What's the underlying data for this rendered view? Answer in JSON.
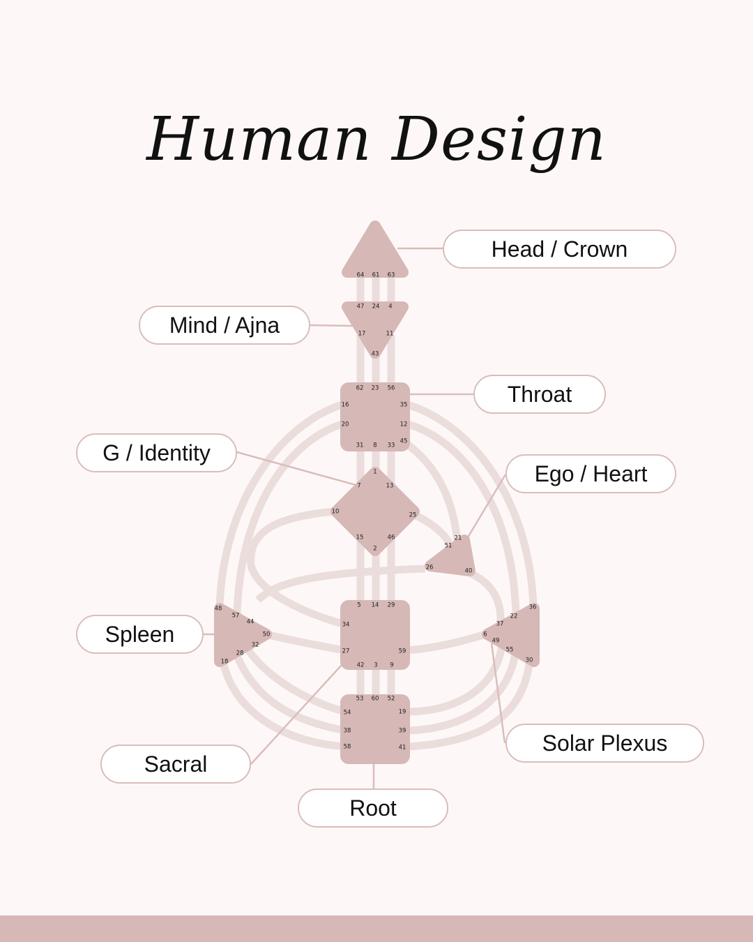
{
  "title": "Human Design",
  "colors": {
    "background": "#fdf8f7",
    "center": "#d6b8b6",
    "channel": "#ebdddc",
    "connector": "#d9bdbb",
    "bar": "#d6b8b6"
  },
  "labels": {
    "head": "Head / Crown",
    "ajna": "Mind / Ajna",
    "throat": "Throat",
    "g": "G / Identity",
    "ego": "Ego / Heart",
    "spleen": "Spleen",
    "sacral": "Sacral",
    "root": "Root",
    "solar_plexus": "Solar Plexus"
  },
  "gates": {
    "head": [
      "64",
      "61",
      "63"
    ],
    "ajna": [
      "47",
      "24",
      "4",
      "17",
      "11",
      "43"
    ],
    "throat": [
      "62",
      "23",
      "56",
      "16",
      "35",
      "20",
      "12",
      "45",
      "31",
      "8",
      "33"
    ],
    "g": [
      "1",
      "7",
      "13",
      "10",
      "25",
      "15",
      "46",
      "2"
    ],
    "ego": [
      "21",
      "51",
      "26",
      "40"
    ],
    "spleen": [
      "48",
      "57",
      "44",
      "50",
      "32",
      "28",
      "18"
    ],
    "sacral": [
      "5",
      "14",
      "29",
      "34",
      "27",
      "59",
      "42",
      "3",
      "9"
    ],
    "solar_plexus": [
      "36",
      "22",
      "37",
      "6",
      "49",
      "55",
      "30"
    ],
    "root": [
      "53",
      "60",
      "52",
      "54",
      "19",
      "38",
      "39",
      "58",
      "41"
    ]
  }
}
